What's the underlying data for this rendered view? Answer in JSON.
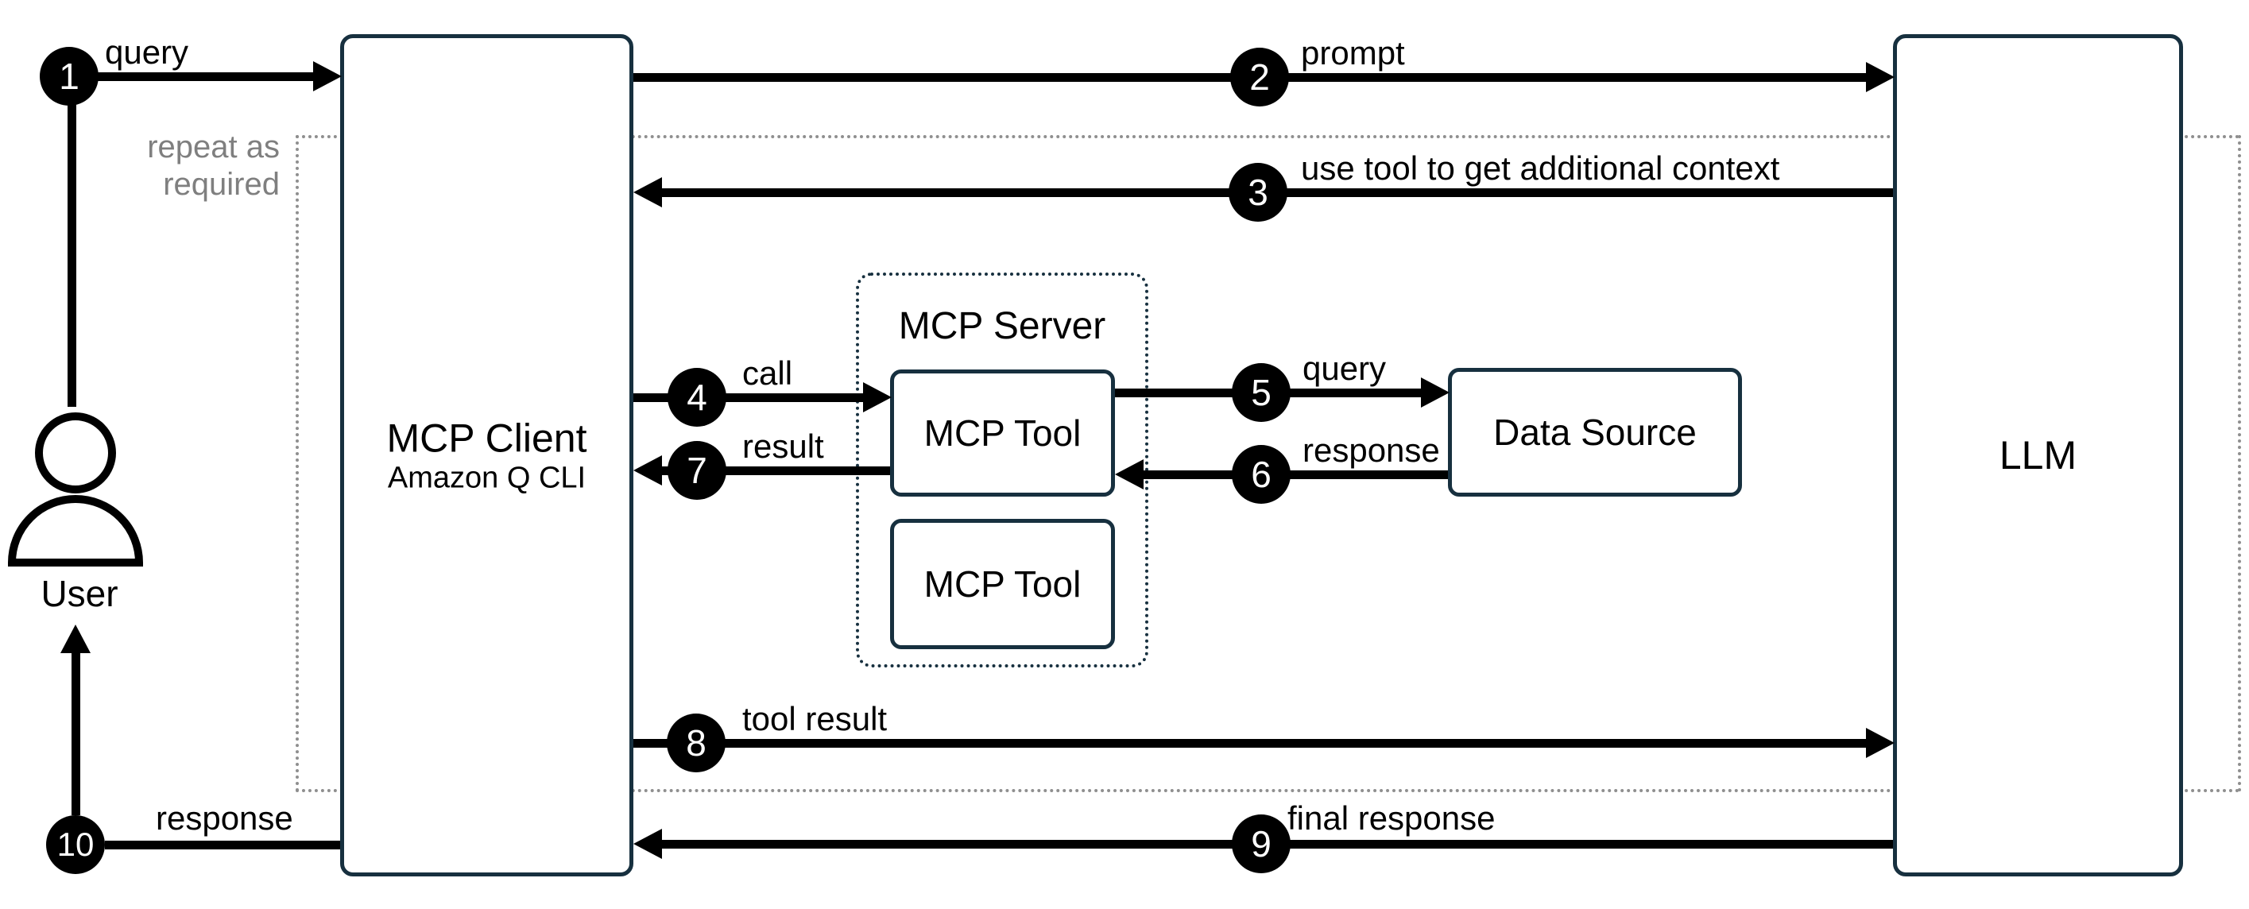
{
  "nodes": {
    "user": {
      "label": "User"
    },
    "mcp_client": {
      "title": "MCP Client",
      "subtitle": "Amazon Q CLI"
    },
    "mcp_server": {
      "title": "MCP Server"
    },
    "mcp_tool_top": {
      "title": "MCP Tool"
    },
    "mcp_tool_bottom": {
      "title": "MCP Tool"
    },
    "data_source": {
      "title": "Data Source"
    },
    "llm": {
      "title": "LLM"
    }
  },
  "annotations": {
    "repeat_note_line1": "repeat as",
    "repeat_note_line2": "required"
  },
  "steps": [
    {
      "num": "1",
      "label": "query"
    },
    {
      "num": "2",
      "label": "prompt"
    },
    {
      "num": "3",
      "label": "use tool to get additional context"
    },
    {
      "num": "4",
      "label": "call"
    },
    {
      "num": "5",
      "label": "query"
    },
    {
      "num": "6",
      "label": "response"
    },
    {
      "num": "7",
      "label": "result"
    },
    {
      "num": "8",
      "label": "tool result"
    },
    {
      "num": "9",
      "label": "final response"
    },
    {
      "num": "10",
      "label": "response"
    }
  ],
  "icons": {
    "user": "person-silhouette"
  },
  "colors": {
    "canvas": "#ffffff",
    "box_border": "#17303f",
    "arrow": "#000000",
    "badge_bg": "#000000",
    "badge_text": "#ffffff",
    "note_text": "#7f7f7f",
    "repeat_border": "#8f8f8f"
  }
}
